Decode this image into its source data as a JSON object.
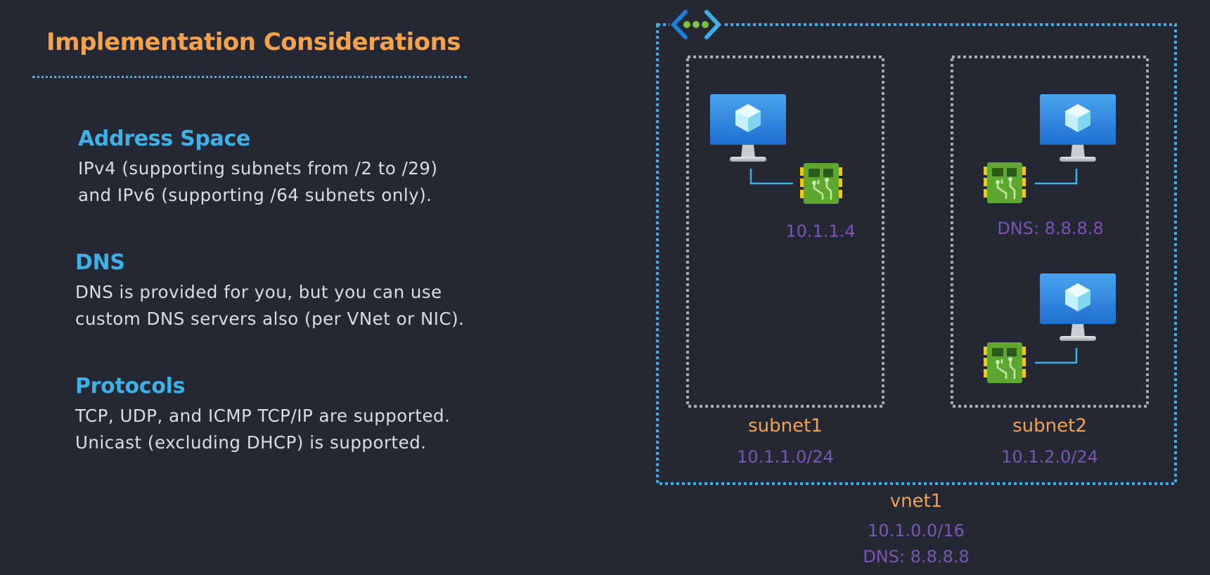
{
  "title": "Implementation Considerations",
  "sections": [
    {
      "heading": "Address Space",
      "lines": [
        "IPv4 (supporting subnets from /2 to /29)",
        "and IPv6 (supporting /64 subnets only)."
      ]
    },
    {
      "heading": "DNS",
      "lines": [
        "DNS is provided for you, but you can use",
        "custom DNS servers also (per VNet or NIC)."
      ]
    },
    {
      "heading": "Protocols",
      "lines": [
        "TCP, UDP, and ICMP TCP/IP are supported.",
        "Unicast (excluding DHCP) is supported."
      ]
    }
  ],
  "diagram": {
    "vnet": {
      "name": "vnet1",
      "cidr": "10.1.0.0/16",
      "dns": "DNS: 8.8.8.8"
    },
    "subnet1": {
      "name": "subnet1",
      "cidr": "10.1.1.0/24",
      "nic_ip": "10.1.1.4"
    },
    "subnet2": {
      "name": "subnet2",
      "cidr": "10.1.2.0/24",
      "nic_dns": "DNS: 8.8.8.8"
    },
    "colors": {
      "vnet_border": "#3fb0e6",
      "subnet_border": "#a8acb2",
      "name_text": "#f4a24e",
      "ip_text": "#7b55b2",
      "heading_text": "#3fb0e6",
      "title_text": "#f4a24e"
    }
  }
}
